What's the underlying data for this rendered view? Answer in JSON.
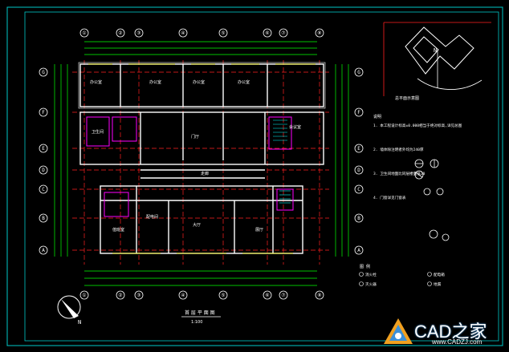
{
  "drawing": {
    "title": "首 层 平 面 图",
    "scale": "1:100",
    "compass_label": "N",
    "keyplan_label": "N",
    "keyplan_caption": "总平面示意图",
    "col_axes": [
      "①",
      "②",
      "③",
      "④",
      "⑤",
      "⑥",
      "⑦",
      "⑧"
    ],
    "row_axes": [
      "G",
      "F",
      "E",
      "D",
      "C",
      "B",
      "A"
    ],
    "room_labels": [
      "办公室",
      "办公室",
      "办公室",
      "办公室",
      "门厅",
      "会议室",
      "大厅",
      "走廊",
      "展厅",
      "值班室",
      "配电间",
      "卫生间"
    ],
    "notes_heading": "说明",
    "notes": [
      "1. 本工程设计标高±0.000相当于绝对标高,详见总图",
      "2. 墙体除注明者外均为240厚",
      "3. 卫生间地面比同层楼面低20",
      "4. 门窗详见门窗表"
    ],
    "legend_heading": "图 例",
    "legend": [
      "消火栓",
      "灭火器",
      "配电箱",
      "地漏"
    ]
  },
  "colors": {
    "background": "#000000",
    "frame": "#00c8c8",
    "dimension": "#00ff00",
    "wall": "#ffffff",
    "axis_line": "#ff2020",
    "accent": "#ff00ff",
    "yellow": "#ffff00",
    "cyan": "#00ffff",
    "text": "#ffffff"
  },
  "watermark": {
    "brand": "CAD之家",
    "url": "www.CADZJ.com"
  }
}
